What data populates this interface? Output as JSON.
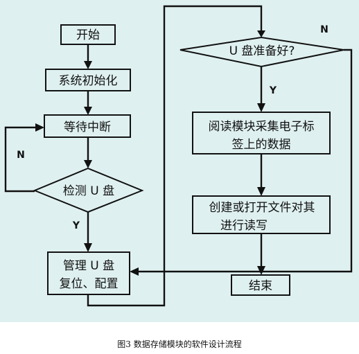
{
  "flowchart": {
    "nodes": {
      "start": "开始",
      "init": "系统初始化",
      "wait": "等待中断",
      "detect": "检测 U 盘",
      "manage_line1": "管理 U 盘",
      "manage_line2": "复位、配置",
      "ready": "U 盘准备好?",
      "read_line1": "阅读模块采集电子标",
      "read_line2": "签上的数据",
      "create_line1": "创建或打开文件对其",
      "create_line2": "进行读写",
      "end": "结束"
    },
    "edge_labels": {
      "detect_no": "N",
      "detect_yes": "Y",
      "ready_no": "N",
      "ready_yes": "Y"
    }
  },
  "caption": "图3 数据存储模块的软件设计流程"
}
